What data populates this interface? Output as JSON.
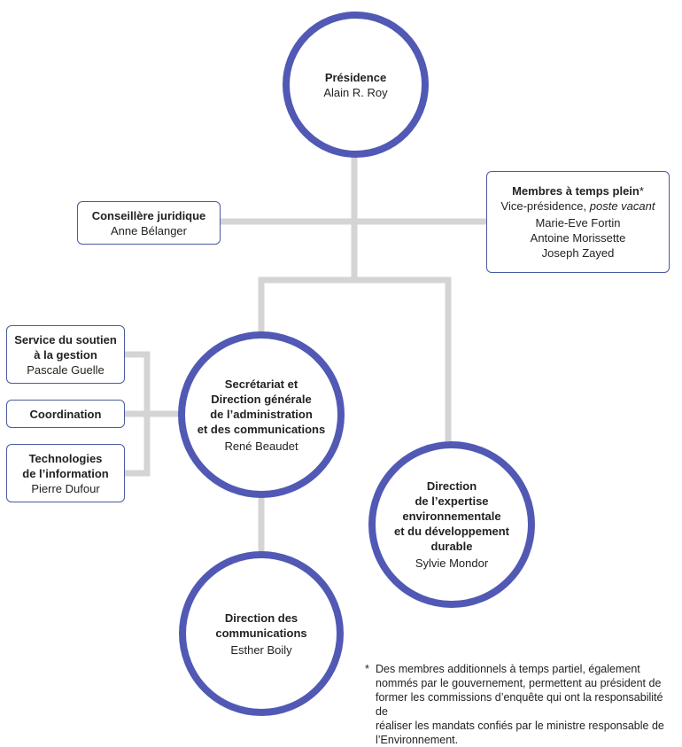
{
  "colors": {
    "circle_border": "#5159b5",
    "box_border": "#4a5a9e",
    "connector": "#d4d4d4"
  },
  "presidence": {
    "title": "Présidence",
    "name": "Alain R. Roy"
  },
  "conseillere": {
    "title": "Conseillère juridique",
    "name": "Anne Bélanger"
  },
  "membres": {
    "title": "Membres à temps plein",
    "star": "*",
    "vp_prefix": "Vice-présidence,",
    "vp_status": "poste vacant",
    "names": [
      "Marie-Eve Fortin",
      "Antoine Morissette",
      "Joseph Zayed"
    ]
  },
  "service": {
    "title_lines": [
      "Service du soutien",
      "à la gestion"
    ],
    "name": "Pascale Guelle"
  },
  "coordination": {
    "title": "Coordination"
  },
  "technologies": {
    "title_lines": [
      "Technologies",
      "de l’information"
    ],
    "name": "Pierre Dufour"
  },
  "secretariat": {
    "title_lines": [
      "Secrétariat et",
      "Direction générale",
      "de l’administration",
      "et des communications"
    ],
    "name": "René Beaudet"
  },
  "expertise": {
    "title_lines": [
      "Direction",
      "de l’expertise",
      "environnementale",
      "et du développement",
      "durable"
    ],
    "name": "Sylvie Mondor"
  },
  "communications": {
    "title_lines": [
      "Direction des",
      "communications"
    ],
    "name": "Esther Boily"
  },
  "footnote": {
    "star": "*",
    "lines": [
      "Des membres additionnels à temps partiel, également",
      "nommés par le gouvernement, permettent au président de",
      "former les commissions d’enquête qui ont la responsabilité de",
      "réaliser les mandats confiés par le ministre responsable de",
      "l’Environnement."
    ]
  }
}
